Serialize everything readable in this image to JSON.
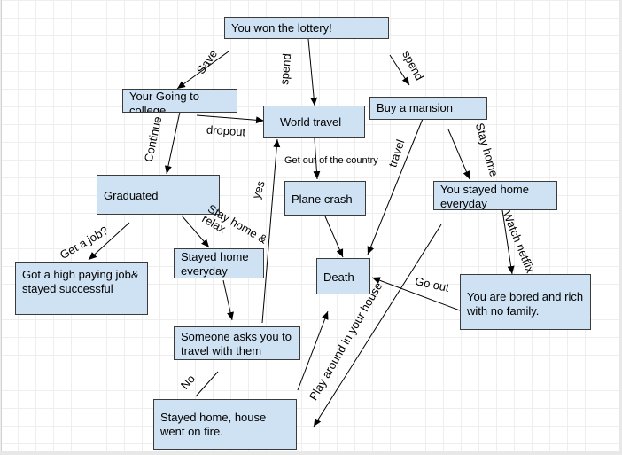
{
  "nodes": {
    "lottery": "You won the lottery!",
    "college": "Your Going to college",
    "world_travel": "World travel",
    "mansion": "Buy a mansion",
    "graduated": "Graduated",
    "plane_crash": "Plane crash",
    "stayed_home_everyday_right": "You stayed home everyday",
    "high_paying_job": "Got a high paying job& stayed successful",
    "stayed_home_everyday_left": "Stayed home everyday",
    "death": "Death",
    "bored_rich": "You are bored and rich with no family.",
    "travel_invite": "Someone asks you to travel with them",
    "house_fire": "Stayed home, house went on fire."
  },
  "edge_labels": {
    "save": "Save",
    "spend_mid": "spend",
    "spend_right": "spend",
    "continue": "Continue",
    "dropout": "dropout",
    "travel": "travel",
    "stay_home_right": "Stay home",
    "get_out": "Get out of the country",
    "yes": "yes",
    "get_a_job": "Get a job?",
    "stay_home_relax": "Stay home & relax",
    "watch_netflix": "Watch netflix",
    "go_out": "Go out",
    "play_around": "Play around in your house",
    "no": "No"
  }
}
